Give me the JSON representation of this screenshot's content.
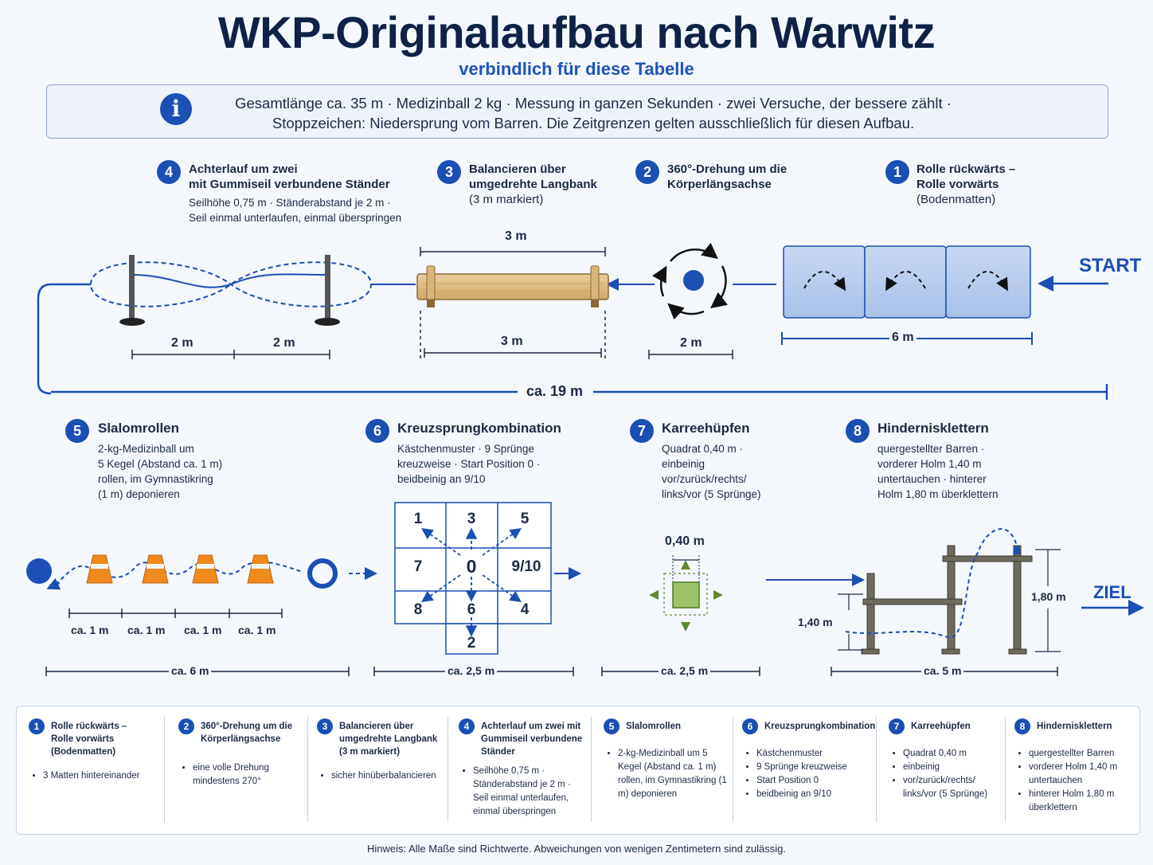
{
  "title": "WKP-Originalaufbau nach Warwitz",
  "subtitle": "verbindlich für diese Tabelle",
  "info": {
    "icon": "info-icon",
    "line1": "Gesamtlänge ca. 35 m  ·  Medizinball 2 kg  ·  Messung in ganzen Sekunden · zwei Versuche, der bessere zählt ·",
    "line2": "Stoppzeichen: Niedersprung vom Barren. Die Zeitgrenzen gelten ausschließlich für diesen Aufbau."
  },
  "start_label": "START",
  "ziel_label": "ZIEL",
  "stations": [
    {
      "num": "1",
      "title": [
        "Rolle rückwärts –",
        "Rolle vorwärts",
        "(Bodenmatten)"
      ],
      "desc": []
    },
    {
      "num": "2",
      "title": [
        "360°-Drehung um die",
        "Körperlängsachse"
      ],
      "desc": []
    },
    {
      "num": "3",
      "title": [
        "Balancieren über",
        "umgedrehte Langbank",
        "(3 m markiert)"
      ],
      "desc": []
    },
    {
      "num": "4",
      "title": [
        "Achterlauf um zwei",
        "mit Gummiseil verbundene Ständer"
      ],
      "desc": [
        "Seilhöhe 0,75 m · Ständerabstand je 2 m ·",
        "Seil einmal unterlaufen, einmal überspringen"
      ]
    },
    {
      "num": "5",
      "title": [
        "Slalomrollen"
      ],
      "desc": [
        "2-kg-Medizinball um",
        "5 Kegel (Abstand ca. 1 m)",
        "rollen, im Gymnastikring",
        "(1 m) deponieren"
      ]
    },
    {
      "num": "6",
      "title": [
        "Kreuzsprungkombination"
      ],
      "desc": [
        "Kästchenmuster · 9 Sprünge",
        "kreuzweise  ·  Start Position 0 ·",
        "beidbeinig an 9/10"
      ]
    },
    {
      "num": "7",
      "title": [
        "Karreehüpfen"
      ],
      "desc": [
        "Quadrat 0,40 m ·",
        "einbeinig",
        "vor/zurück/rechts/",
        "links/vor (5 Sprünge)"
      ]
    },
    {
      "num": "8",
      "title": [
        "Hindernisklettern"
      ],
      "desc": [
        "quergestellter Barren ·",
        "vorderer Holm 1,40 m",
        "untertauchen · hinterer",
        "Holm 1,80 m überklettern"
      ]
    }
  ],
  "dims": {
    "mats": "6 m",
    "spin": "2 m",
    "bench_top": "3 m",
    "bench_bottom": "3 m",
    "fig8_a": "2 m",
    "fig8_b": "2 m",
    "row1_total": "ca. 19 m",
    "slalom_gap": "ca. 1 m",
    "slalom_total": "ca. 6 m",
    "cross_total": "ca. 2,5 m",
    "square_total": "ca. 2,5 m",
    "square_size": "0,40 m",
    "bar_total": "ca. 5 m",
    "bar_low": "1,40 m",
    "bar_high": "1,80 m"
  },
  "grid_numbers": [
    "1",
    "3",
    "5",
    "7",
    "0",
    "9/10",
    "8",
    "6",
    "4",
    "2"
  ],
  "summary": [
    {
      "num": "1",
      "title": [
        "Rolle rückwärts –",
        "Rolle vorwärts",
        "(Bodenmatten)"
      ],
      "items": [
        "3 Matten hintereinander"
      ]
    },
    {
      "num": "2",
      "title": [
        "360°-Drehung um die",
        "Körperlängsachse"
      ],
      "items": [
        "eine volle Drehung mindestens 270°"
      ]
    },
    {
      "num": "3",
      "title": [
        "Balancieren über",
        "umgedrehte Langbank",
        "(3 m markiert)"
      ],
      "items": [
        "sicher hinüberbalancieren"
      ]
    },
    {
      "num": "4",
      "title": [
        "Achterlauf um zwei mit",
        "Gummiseil verbundene",
        "Ständer"
      ],
      "items": [
        "Seilhöhe 0,75 m · Ständerabstand je 2 m · Seil einmal unterlaufen, einmal überspringen"
      ]
    },
    {
      "num": "5",
      "title": [
        "Slalomrollen"
      ],
      "items": [
        "2-kg-Medizinball um 5 Kegel (Abstand ca. 1 m) rollen, im Gymnastikring (1 m) deponieren"
      ]
    },
    {
      "num": "6",
      "title": [
        "Kreuzsprungkombination"
      ],
      "items": [
        "Kästchenmuster",
        "9 Sprünge kreuzweise",
        "Start Position 0",
        "beidbeinig an 9/10"
      ]
    },
    {
      "num": "7",
      "title": [
        "Karreehüpfen"
      ],
      "items": [
        "Quadrat 0,40 m",
        "einbeinig",
        "vor/zurück/rechts/ links/vor (5 Sprünge)"
      ]
    },
    {
      "num": "8",
      "title": [
        "Hindernisklettern"
      ],
      "items": [
        "quergestellter Barren",
        "vorderer Holm 1,40 m untertauchen",
        "hinterer Holm 1,80 m überklettern"
      ]
    }
  ],
  "footnote": "Hinweis:  Alle Maße sind Richtwerte. Abweichungen von wenigen Zentimetern sind zulässig."
}
